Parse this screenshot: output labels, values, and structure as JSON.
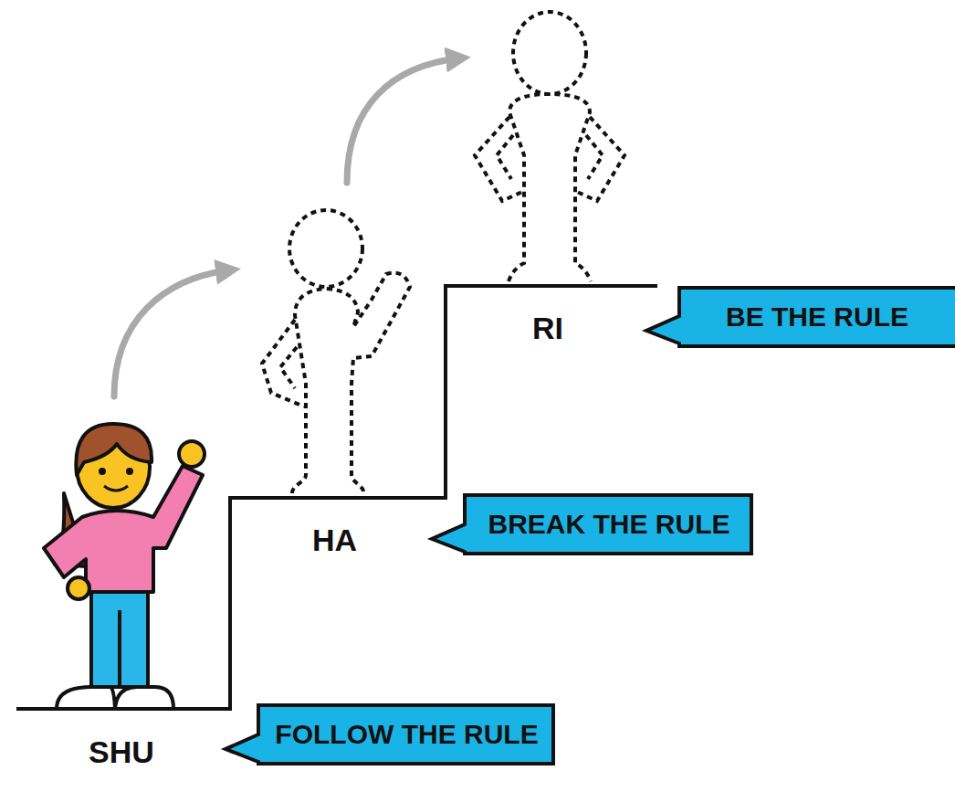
{
  "diagram": {
    "nodes": [
      {
        "text": [
          "FOLLOW THE RULE"
        ]
      },
      {
        "text": [
          "BREAK THE RULE"
        ]
      },
      {
        "text": [
          "BE THE RULE"
        ]
      }
    ],
    "labels": [
      "SHU",
      "HA",
      "RI"
    ]
  }
}
